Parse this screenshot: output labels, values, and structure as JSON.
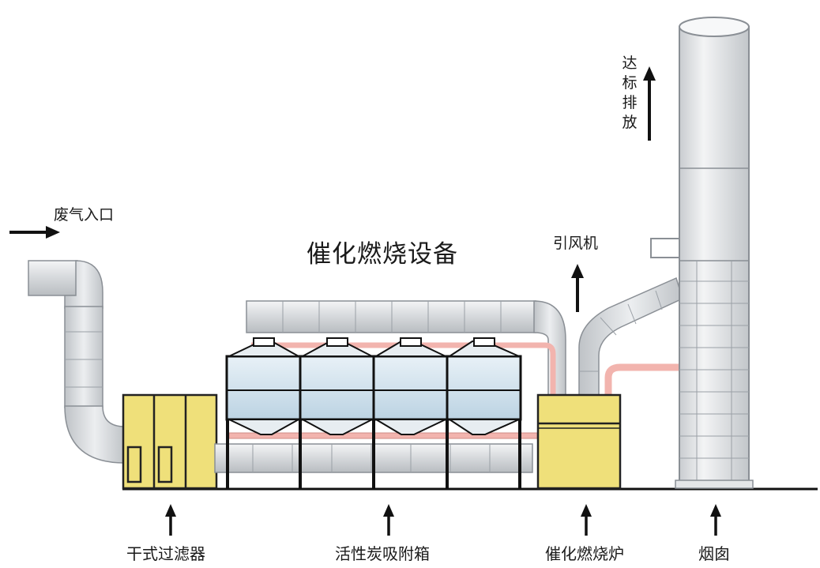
{
  "title": "催化燃烧设备",
  "labels": {
    "inlet": "废气入口",
    "fan": "引风机",
    "discharge": "达标排放"
  },
  "components": {
    "dry_filter": "干式过滤器",
    "carbon_box": "活性炭吸附箱",
    "catalytic_furnace": "催化燃烧炉",
    "chimney": "烟囱"
  },
  "colors": {
    "duct": "#d7dadd",
    "duct_line": "#8a8f95",
    "adsorber_glass": "#cfe3f0",
    "yellow_unit": "#efe07a",
    "hot_pipe": "#f2b4ae",
    "chimney": "#e4e6e8",
    "frame": "#111111"
  }
}
